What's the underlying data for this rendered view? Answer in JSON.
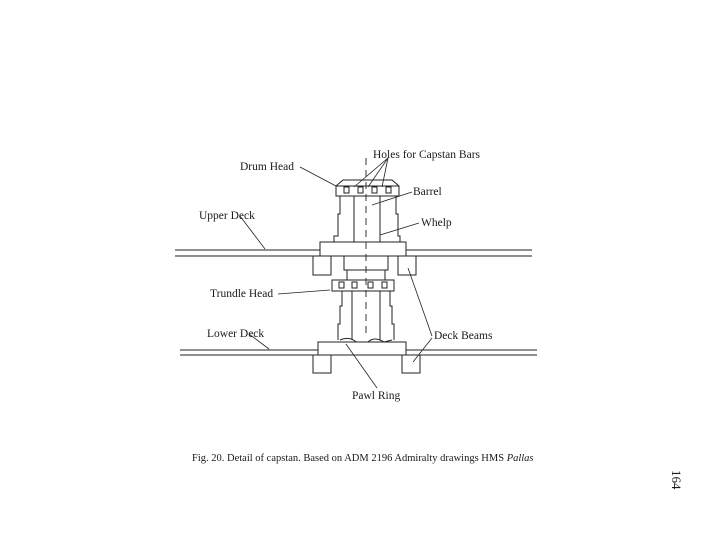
{
  "labels": {
    "holes": "Holes for Capstan Bars",
    "drum_head": "Drum Head",
    "barrel": "Barrel",
    "upper_deck": "Upper Deck",
    "whelp": "Whelp",
    "trundle_head": "Trundle Head",
    "lower_deck": "Lower Deck",
    "deck_beams": "Deck Beams",
    "pawl_ring": "Pawl Ring"
  },
  "caption": {
    "text": "Fig. 20. Detail of capstan. Based on ADM 2196 Admiralty drawings HMS ",
    "ship_italic": "Pallas"
  },
  "page_number": "164"
}
